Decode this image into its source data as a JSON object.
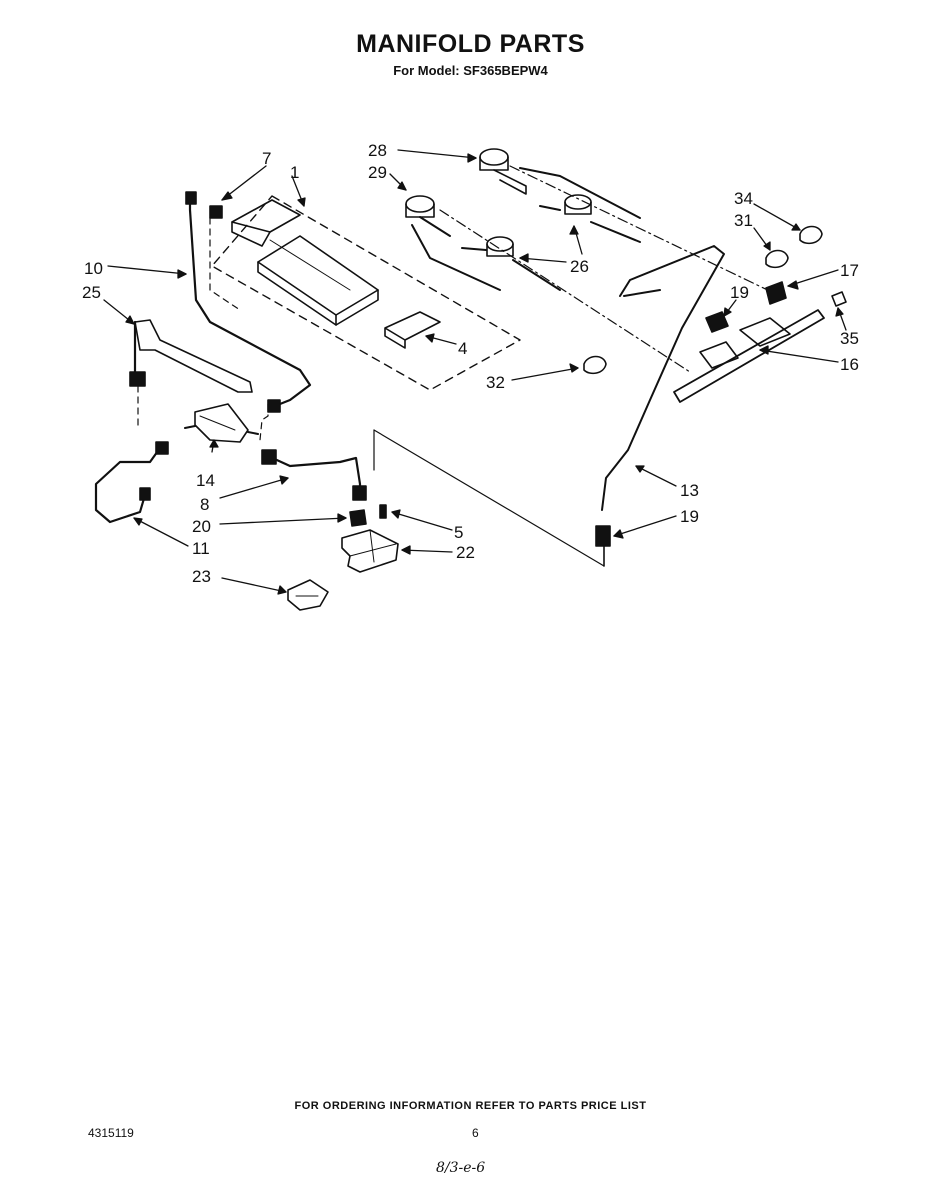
{
  "header": {
    "title": "MANIFOLD PARTS",
    "subtitle": "For Model: SF365BEPW4"
  },
  "diagram": {
    "callouts": {
      "c1": "1",
      "c4": "4",
      "c5": "5",
      "c7": "7",
      "c8": "8",
      "c10": "10",
      "c11": "11",
      "c13": "13",
      "c14": "14",
      "c16": "16",
      "c17": "17",
      "c19a": "19",
      "c19b": "19",
      "c20": "20",
      "c22": "22",
      "c23": "23",
      "c25": "25",
      "c26": "26",
      "c28": "28",
      "c29": "29",
      "c31": "31",
      "c32": "32",
      "c34": "34",
      "c35": "35"
    }
  },
  "footer": {
    "note": "FOR ORDERING INFORMATION REFER TO PARTS PRICE LIST",
    "doc_number": "4315119",
    "page_number": "6",
    "handwritten": "8/3-e-6"
  }
}
